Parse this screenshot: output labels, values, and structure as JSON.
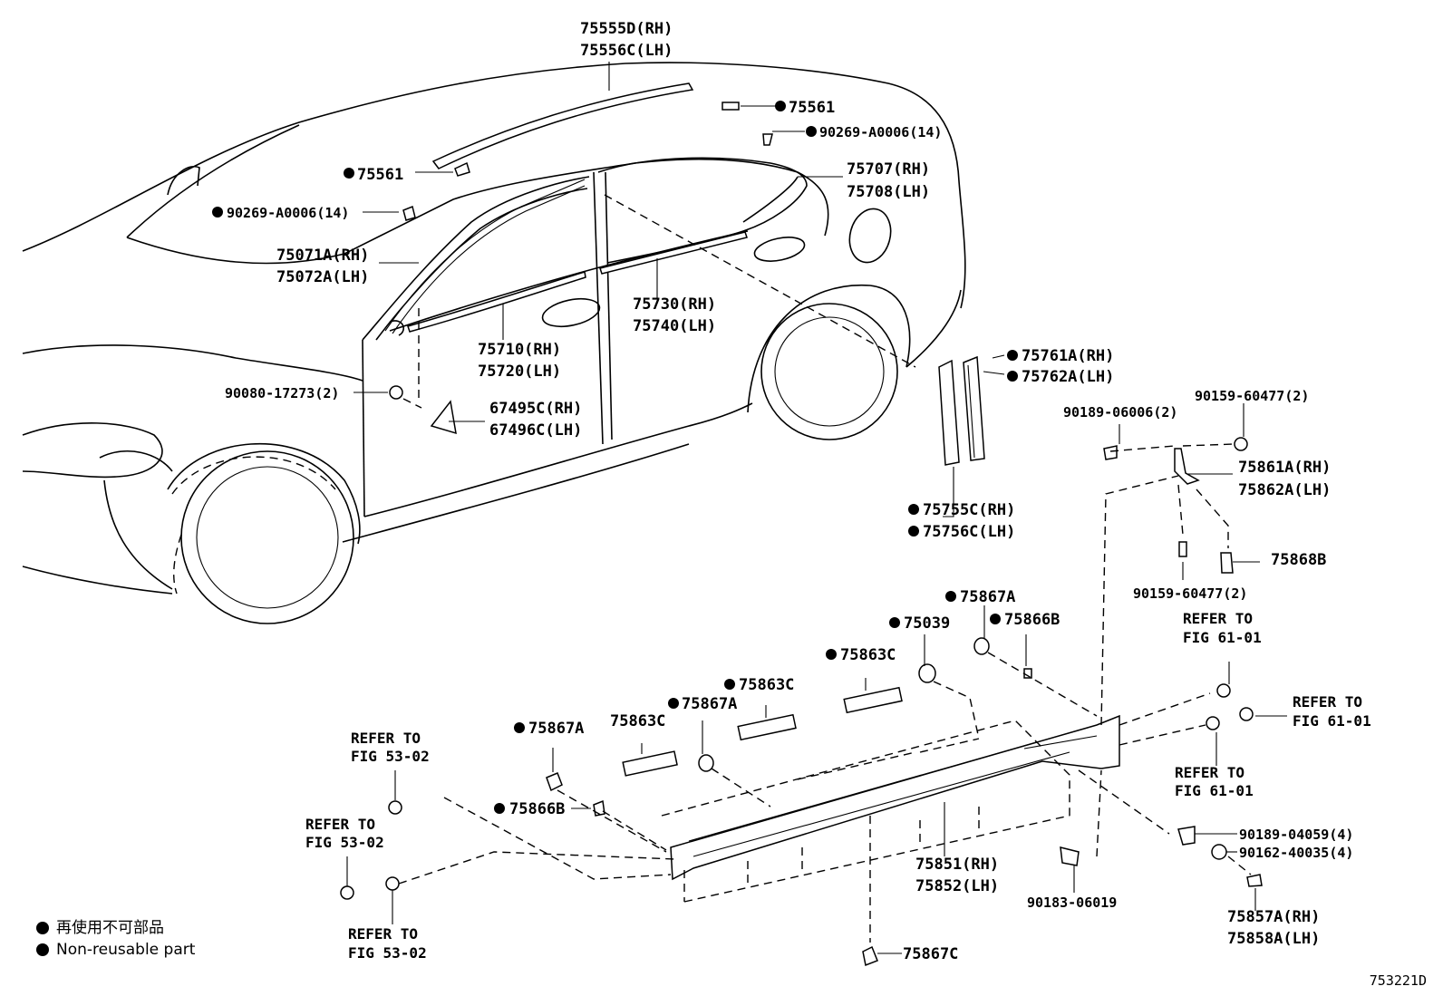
{
  "diagram": {
    "id": "753221D",
    "legend": [
      {
        "text": "再使用不可部品"
      },
      {
        "text": "Non-reusable part"
      }
    ],
    "labels": {
      "p75555D": "75555D(RH)",
      "p75556C": "75556C(LH)",
      "p75561_top": "75561",
      "p90269_top": "90269-A0006(14)",
      "p75707": "75707(RH)",
      "p75708": "75708(LH)",
      "p75561_left": "75561",
      "p90269_left": "90269-A0006(14)",
      "p75071A": "75071A(RH)",
      "p75072A": "75072A(LH)",
      "p75730": "75730(RH)",
      "p75740": "75740(LH)",
      "p75710": "75710(RH)",
      "p75720": "75720(LH)",
      "p90080": "90080-17273(2)",
      "p67495C": "67495C(RH)",
      "p67496C": "67496C(LH)",
      "p75761A": "75761A(RH)",
      "p75762A": "75762A(LH)",
      "p75755C": "75755C(RH)",
      "p75756C": "75756C(LH)",
      "p90189_06006": "90189-06006(2)",
      "p90159_top": "90159-60477(2)",
      "p75861A": "75861A(RH)",
      "p75862A": "75862A(LH)",
      "p75868B": "75868B",
      "p90159_bot": "90159-60477(2)",
      "p75867A_top": "75867A",
      "p75039": "75039",
      "p75866B_top": "75866B",
      "refer_r1_a": "REFER TO",
      "refer_r1_b": "FIG 61-01",
      "p75863C_r": "75863C",
      "p75863C_m": "75863C",
      "refer_r2_a": "REFER TO",
      "refer_r2_b": "FIG 61-01",
      "p75867A_m": "75867A",
      "p75863C_l": "75863C",
      "p75867A_l": "75867A",
      "refer_r3_a": "REFER TO",
      "refer_r3_b": "FIG 61-01",
      "refer_l1_a": "REFER TO",
      "refer_l1_b": "FIG 53-02",
      "p75866B_l": "75866B",
      "refer_l2_a": "REFER TO",
      "refer_l2_b": "FIG 53-02",
      "p90189_04059": "90189-04059(4)",
      "p90162": "90162-40035(4)",
      "p75851": "75851(RH)",
      "p75852": "75852(LH)",
      "p90183": "90183-06019",
      "p75857A": "75857A(RH)",
      "p75858A": "75858A(LH)",
      "refer_l3_a": "REFER TO",
      "refer_l3_b": "FIG 53-02",
      "p75867C": "75867C"
    }
  }
}
